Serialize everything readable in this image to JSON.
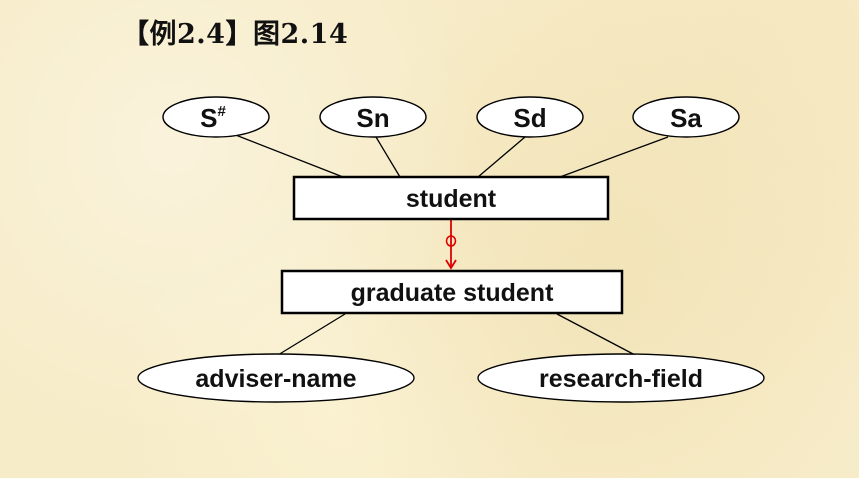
{
  "title": "【例2.4】图2.14",
  "diagram": {
    "entities": {
      "student": "student",
      "graduate": "graduate student"
    },
    "attributes": {
      "s_no": "S",
      "s_no_sup": "#",
      "sn": "Sn",
      "sd": "Sd",
      "sa": "Sa",
      "adviser": "adviser-name",
      "research": "research-field"
    },
    "colors": {
      "isa_arrow": "#e00000",
      "outline": "#000000",
      "fill": "#ffffff"
    }
  }
}
